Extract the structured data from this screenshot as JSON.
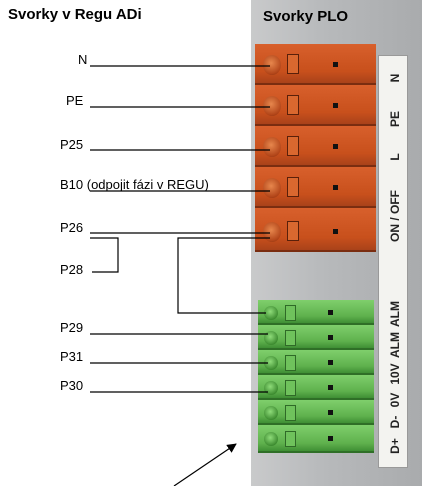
{
  "titles": {
    "left": "Svorky v Regu ADi",
    "right": "Svorky PLO"
  },
  "labels": [
    {
      "key": "n",
      "text": "N"
    },
    {
      "key": "pe",
      "text": "PE"
    },
    {
      "key": "p25",
      "text": "P25"
    },
    {
      "key": "b10",
      "text": "B10 (odpojit fázi v REGU)"
    },
    {
      "key": "p26",
      "text": "P26"
    },
    {
      "key": "p28",
      "text": "P28"
    },
    {
      "key": "p29",
      "text": "P29"
    },
    {
      "key": "p31",
      "text": "P31"
    },
    {
      "key": "p30",
      "text": "P30"
    }
  ],
  "strip_labels": {
    "orange": [
      "N",
      "PE",
      "L",
      "ON / OFF"
    ],
    "green": [
      "ALM",
      "ALM",
      "10V",
      "0V",
      "D-",
      "D+"
    ]
  },
  "colors": {
    "orange_terminal": "#c8501c",
    "green_terminal": "#5fb14d",
    "wire": "#000000"
  }
}
